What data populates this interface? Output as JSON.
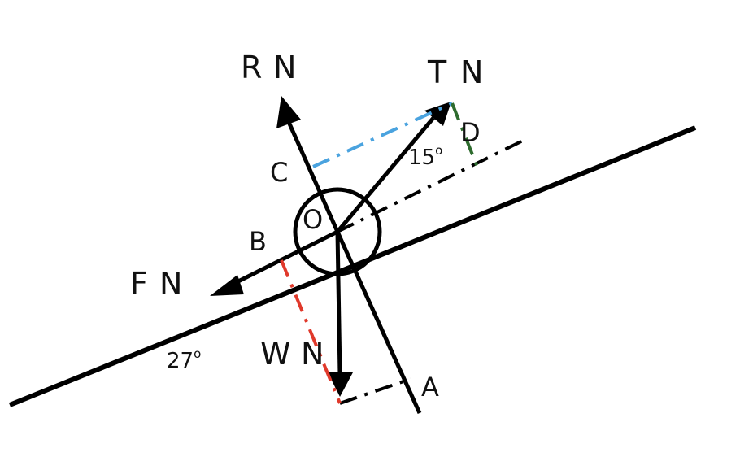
{
  "labels": {
    "R": "R",
    "T": "T",
    "F": "F",
    "W": "W",
    "N_unit": "N",
    "C": "C",
    "D": "D",
    "O": "O",
    "B": "B",
    "A": "A",
    "angle_incline": "27",
    "angle_tension": "15",
    "degree_mark": "o"
  },
  "colors": {
    "line": "#000000",
    "blue_dash": "#4aa3df",
    "green_dash": "#2e6b2e",
    "red_dash": "#e0392b"
  }
}
